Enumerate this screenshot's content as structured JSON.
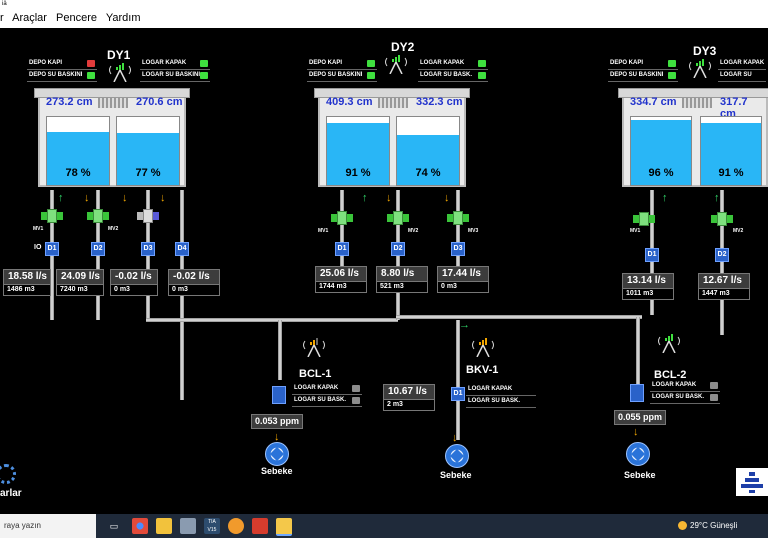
{
  "window": {
    "title_fragment": "iä"
  },
  "menu": [
    "r",
    "Araçlar",
    "Pencere",
    "Yardım"
  ],
  "labels": {
    "depo_kapi": "DEPO KAPI",
    "depo_su": "DEPO SU BASKINI",
    "logar_kapak": "LOGAR KAPAK",
    "logar_su": "LOGAR SU BASKINI",
    "logar_su_short": "LOGAR SU BASK."
  },
  "dy1": {
    "name": "DY1",
    "lev1": "273.2 cm",
    "lev2": "270.6 cm",
    "pct1": "78 %",
    "pct2": "77 %",
    "fill1": 0.78,
    "fill2": 0.77
  },
  "dy2": {
    "name": "DY2",
    "lev1": "409.3 cm",
    "lev2": "332.3 cm",
    "pct1": "91 %",
    "pct2": "74 %",
    "fill1": 0.91,
    "fill2": 0.74
  },
  "dy3": {
    "name": "DY3",
    "lev1": "334.7 cm",
    "lev2": "317.7 cm",
    "pct1": "96 %",
    "pct2": "91 %",
    "fill1": 0.96,
    "fill2": 0.91
  },
  "valves": {
    "mv1": "MV1",
    "mv2": "MV2",
    "mv3": "MV3"
  },
  "meters": {
    "d1": "D1",
    "d2": "D2",
    "d3": "D3",
    "d4": "D4",
    "io": "IO"
  },
  "flows": {
    "dy1_d1": {
      "rate": "18.58 l/s",
      "total": "1486 m3"
    },
    "dy1_d2": {
      "rate": "24.09 l/s",
      "total": "7240 m3"
    },
    "dy1_d3": {
      "rate": "-0.02 l/s",
      "total": "0 m3"
    },
    "dy1_d4": {
      "rate": "-0.02 l/s",
      "total": "0 m3"
    },
    "dy2_d1": {
      "rate": "25.06 l/s",
      "total": "1744 m3"
    },
    "dy2_d2": {
      "rate": "8.80 l/s",
      "total": "521 m3"
    },
    "dy2_d3": {
      "rate": "17.44 l/s",
      "total": "0 m3"
    },
    "dy3_d1": {
      "rate": "13.14 l/s",
      "total": "1011 m3"
    },
    "dy3_d2": {
      "rate": "12.67 l/s",
      "total": "1447 m3"
    },
    "bkv1": {
      "rate": "10.67 l/s",
      "total": "2 m3"
    }
  },
  "stations": {
    "bcl1": {
      "name": "BCL-1",
      "ppm": "0.053 ppm"
    },
    "bkv1": {
      "name": "BKV-1"
    },
    "bcl2": {
      "name": "BCL-2",
      "ppm": "0.055 ppm"
    }
  },
  "sebeke": "Sebeke",
  "left_partial": "arlar",
  "taskbar": {
    "search_placeholder": "raya yazın",
    "weather": "29°C Güneşli",
    "tia_label": "TIA V15"
  },
  "colors": {
    "water": "#29b6f6",
    "led_green": "#3fe03f",
    "led_red": "#e23b3b",
    "led_off": "#8c8c8c",
    "level_text": "#2233cc",
    "arrow_green": "#31d66a",
    "arrow_orange": "#f0a500"
  }
}
